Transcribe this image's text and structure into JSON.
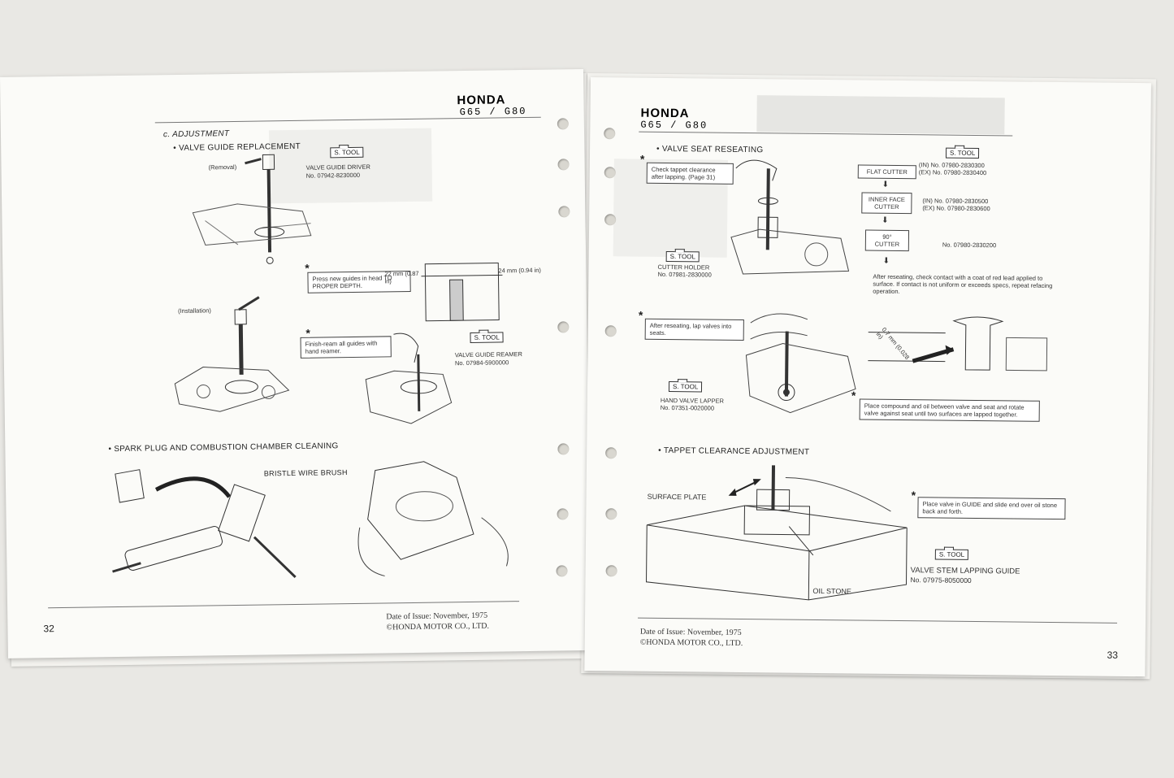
{
  "left_page": {
    "brand": "HONDA",
    "model": "G65 / G80",
    "section_heading": "c. ADJUSTMENT",
    "valve_guide": {
      "heading": "• VALVE GUIDE REPLACEMENT",
      "stool": "S. TOOL",
      "removal": "(Removal)",
      "driver_name": "VALVE GUIDE DRIVER",
      "driver_no": "No. 07942-8230000",
      "note_press": "Press new guides in head TO PROPER DEPTH.",
      "dim_22": "22 mm (0.87 in)",
      "dim_24": "24 mm (0.94 in)",
      "installation": "(Installation)",
      "note_ream": "Finish-ream all guides with hand reamer.",
      "stool2": "S. TOOL",
      "reamer_name": "VALVE GUIDE REAMER",
      "reamer_no": "No. 07984-5900000"
    },
    "spark": {
      "heading": "• SPARK PLUG AND COMBUSTION CHAMBER CLEANING",
      "brush": "BRISTLE WIRE BRUSH"
    },
    "footer_date": "Date of Issue: November, 1975",
    "footer_copy": "©HONDA MOTOR CO., LTD.",
    "page_number": "32"
  },
  "right_page": {
    "brand": "HONDA",
    "model": "G65 / G80",
    "valve_seat": {
      "heading": "• VALVE SEAT RESEATING",
      "note_check": "Check tappet clearance after lapping. (Page 31)",
      "stool": "S. TOOL",
      "flat_cutter": "FLAT CUTTER",
      "flat_in": "(IN) No. 07980-2830300",
      "flat_ex": "(EX) No. 07980-2830400",
      "inner_cutter": "INNER FACE CUTTER",
      "inner_in": "(IN) No. 07980-2830500",
      "inner_ex": "(EX) No. 07980-2830600",
      "cutter_90": "90° CUTTER",
      "cutter_90_no": "No. 07980-2830200",
      "stool_holder": "S. TOOL",
      "holder_name": "CUTTER HOLDER",
      "holder_no": "No. 07981-2830000",
      "note_reseat": "After reseating, check contact with a coat of red lead applied to surface. If contact is not uniform or exceeds specs, repeat refacing operation.",
      "note_lap": "After reseating, lap valves into seats.",
      "seat_dim": "0.7 mm (0.028 in)",
      "stool_lapper": "S. TOOL",
      "lapper_name": "HAND VALVE LAPPER",
      "lapper_no": "No. 07351-0020000",
      "note_compound": "Place compound and oil between valve and seat and rotate valve against seat until two surfaces are lapped together."
    },
    "tappet": {
      "heading": "• TAPPET CLEARANCE ADJUSTMENT",
      "surface_plate": "SURFACE PLATE",
      "note_guide": "Place valve in GUIDE and slide end over oil stone back and forth.",
      "stool": "S. TOOL",
      "guide_name": "VALVE STEM LAPPING GUIDE",
      "guide_no": "No. 07975-8050000",
      "oil_stone": "OIL STONE"
    },
    "footer_date": "Date of Issue: November, 1975",
    "footer_copy": "©HONDA MOTOR CO., LTD.",
    "page_number": "33"
  }
}
